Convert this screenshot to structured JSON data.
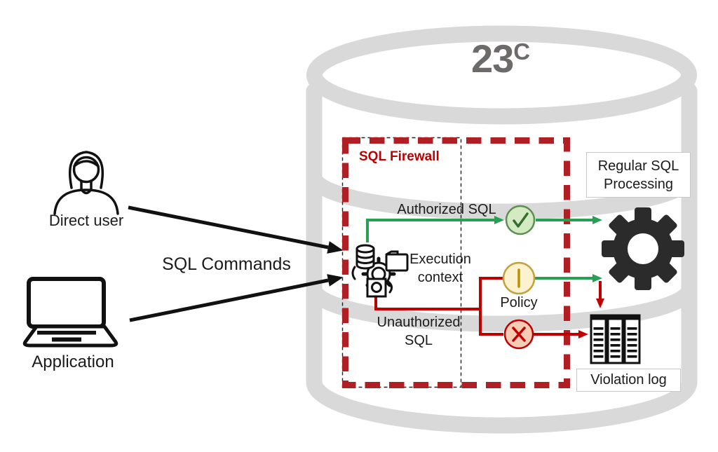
{
  "header": {
    "version_number": "23",
    "version_superscript": "C"
  },
  "sources": {
    "direct_user_label": "Direct user",
    "application_label": "Application",
    "flow_label": "SQL Commands"
  },
  "firewall": {
    "title": "SQL Firewall",
    "authorized_label": "Authorized SQL",
    "unauthorized_label": "Unauthorized SQL",
    "execution_context_label": "Execution context",
    "policy_label": "Policy"
  },
  "results": {
    "processing_label": "Regular SQL Processing",
    "violation_log_label": "Violation log"
  },
  "icons": {
    "person": "person-icon",
    "laptop": "laptop-icon",
    "execution_context": "execution-context-icon",
    "allowed": "check-circle-icon",
    "policy": "policy-bar-circle-icon",
    "blocked": "x-circle-icon",
    "processing": "gear-icon",
    "violation_log": "log-table-icon",
    "database": "database-cylinder"
  },
  "colors": {
    "cylinder_gray": "#d9d9d9",
    "version_text": "#6d6a6a",
    "firewall_border_red": "#b01f24",
    "firewall_title_red": "#c00000",
    "authorized_green": "#28a054",
    "blocked_red": "#c00000",
    "check_fill": "#d3eac2",
    "check_border": "#5e8f53",
    "check_mark": "#356e30",
    "policy_fill": "#fdf2cf",
    "policy_border": "#c3a23c",
    "policy_bar": "#bf9000",
    "deny_fill": "#f6ccb4",
    "deny_border": "#c00000",
    "line_black": "#111111"
  }
}
